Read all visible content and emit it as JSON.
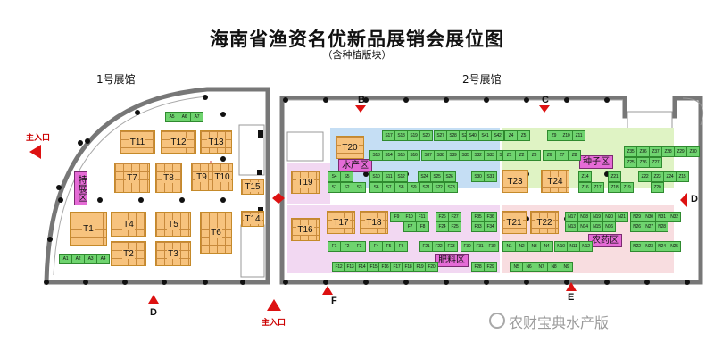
{
  "title": "海南省渔资名优新品展销会展位图",
  "subtitle": "（含种植版块）",
  "halls": {
    "hall1": "1号展馆",
    "hall2": "2号展馆"
  },
  "entrances": {
    "main_left": "主入口",
    "main_bottom": "主入口"
  },
  "gates": {
    "B": "B",
    "C": "C",
    "D_right": "D",
    "D_bottom": "D",
    "E": "E",
    "F": "F"
  },
  "areas": {
    "special": "特展区",
    "aquatic": "水产区",
    "seed": "种子区",
    "pesticide": "农药区",
    "fertilizer": "肥料区"
  },
  "zone_colors": {
    "aquatic": "#c5def4",
    "seed": "#dff3c4",
    "pesticide": "#f8dde0",
    "fertilizer": "#f2d8f2"
  },
  "booth_colors": {
    "t_booth": "#f7c37e",
    "small_booth": "#6fd46f"
  },
  "t_booths": [
    "T1",
    "T2",
    "T3",
    "T4",
    "T5",
    "T6",
    "T7",
    "T8",
    "T9",
    "T10",
    "T11",
    "T12",
    "T13",
    "T14",
    "T15",
    "T16",
    "T17",
    "T18",
    "T19",
    "T20",
    "T21",
    "T22",
    "T23",
    "T24"
  ],
  "hall1_booths": [
    "A5",
    "A6",
    "A7",
    "A1",
    "A2",
    "A3",
    "A4"
  ],
  "s_booths": [
    "S17",
    "S18",
    "S19",
    "S20",
    "S27",
    "S28",
    "S29",
    "S40",
    "S41",
    "S42",
    "S13",
    "S14",
    "S15",
    "S16",
    "S37",
    "S38",
    "S39",
    "S35",
    "S36",
    "S32",
    "S33",
    "S34",
    "S4",
    "S5",
    "S10",
    "S11",
    "S12",
    "S24",
    "S25",
    "S26",
    "S30",
    "S31",
    "S1",
    "S2",
    "S3",
    "S6",
    "S7",
    "S8",
    "S9",
    "S21",
    "S22",
    "S23"
  ],
  "z_booths": [
    "Z4",
    "Z5",
    "Z9",
    "Z10",
    "Z11",
    "Z35",
    "Z36",
    "Z37",
    "Z28",
    "Z29",
    "Z30",
    "Z1",
    "Z2",
    "Z3",
    "Z6",
    "Z7",
    "Z8",
    "Z25",
    "Z26",
    "Z27",
    "Z14",
    "Z21",
    "Z22",
    "Z23",
    "Z24",
    "Z15",
    "Z16",
    "Z17",
    "Z18",
    "Z19",
    "Z20"
  ],
  "f_booths": [
    "F9",
    "F10",
    "F11",
    "F26",
    "F27",
    "F35",
    "F36",
    "F7",
    "F8",
    "F24",
    "F25",
    "F33",
    "F34",
    "F1",
    "F2",
    "F3",
    "F4",
    "F5",
    "F6",
    "F21",
    "F22",
    "F23",
    "F30",
    "F31",
    "F32",
    "F12",
    "F13",
    "F14",
    "F15",
    "F16",
    "F17",
    "F18",
    "F19",
    "F20",
    "F28",
    "F29"
  ],
  "n_booths": [
    "N17",
    "N18",
    "N19",
    "N20",
    "N21",
    "N29",
    "N30",
    "N31",
    "N32",
    "N13",
    "N14",
    "N15",
    "N16",
    "N26",
    "N27",
    "N28",
    "N1",
    "N2",
    "N3",
    "N4",
    "N10",
    "N11",
    "N12",
    "N22",
    "N23",
    "N24",
    "N25",
    "N5",
    "N6",
    "N7",
    "N8",
    "N9"
  ],
  "watermark": "农财宝典水产版"
}
